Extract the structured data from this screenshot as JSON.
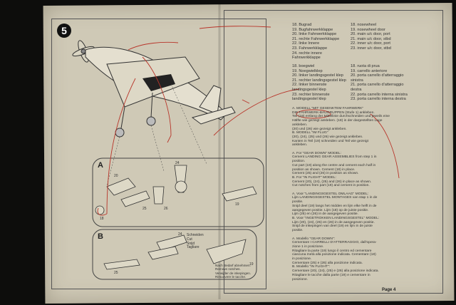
{
  "step_number": "5",
  "page_label": "Page 4",
  "panel_a_letter": "A",
  "panel_b_letter": "B",
  "parts_list_col1": [
    "18. Bugrad",
    "19. Bugfahrwerkklappe",
    "20. linke Fahrwerkklappe",
    "21. rechte Fahrwerkklappe",
    "22. linke Innere",
    "23. Fahrwerkklappe",
    "24. rechte innere",
    "    Fahrwerkklappe"
  ],
  "parts_list_col2": [
    "18. nosewheel",
    "19. nosewheel door",
    "20. main u/c door, port",
    "21. main u/c door, stbd",
    "22. inner u/c door, port",
    "23. inner u/c door, stbd"
  ],
  "parts_list_col3": [
    "18. boegwiel",
    "19. Noegwielklep",
    "20. linker landingsgestel klep",
    "21. rechter landingsgestel klep",
    "22. linker binnenste",
    "    landingsgestel klep",
    "23. rechter binnenste",
    "    landingsgestel klep"
  ],
  "parts_list_col4": [
    "18. ruota di prua",
    "19. carrello anteriore",
    "20. porta carrello d'atterraggio",
    "    sinistra",
    "21. porta carrello d'atterraggio",
    "    destra",
    "22. porta carrello interna sinistra",
    "23. porta carrello interna destra"
  ],
  "instructions": [
    "A. MODELL \"MIT GESENKTEM FAHRWERK\"",
    "   DIE FAHRWERK-BAUGRUPPEN (Stufe 1) ankleben.",
    "   Teil (19) entlang der Mittellinie durchschneiden und jeweils eine",
    "   Hälfte wie gezeigt ankleben. (18) in der dargestellten Lage",
    "   ankleben.",
    "   (20) und (26) wie gezeigt ankleben.",
    "B. MODELL \"IM FLUG\"",
    "   (20), (24), (25) und (26) wie gezeigt ankleben.",
    "   Kanten in Teil (19) schneiden und Teil wie gezeigt",
    "   ankleben.",
    "",
    "A. For \"GEAR DOWN\" MODEL:",
    "   Cement LANDING GEAR ASSEMBLIES from step 1 in",
    "   position.",
    "   Cut part (19) along the centre and cement each half in",
    "   position as shown. Cement (18) in place.",
    "   Cement (25) and (26) in position as shown.",
    "B. For \"IN FLIGHT\" MODEL:",
    "   Cement (20), (24), (25) and (26) in place as shown.",
    "   Cut notches from part (19) and cement in position.",
    "",
    "A. Voor \"LANDINGSGESTEL OMLAAG\" MODEL:",
    "   Lijm LANDINGSGESTEL MONTAGES van stap 1 in de",
    "   positie.",
    "   Snijd deel (19) langs het midden en lijm elke helft in de",
    "   aangegeven positie. Lijm (18) op de juiste positie.",
    "   Lijm (25) en (26) in de aangegeven positie.",
    "B. Voor \"INGETROKKEN LANDINGSGESTEL\" MODEL:",
    "   Lijm (20), (24), (25) en (26) in de aangegeven positie.",
    "   Snijd de inkepingen van deel (19) en lijm in de juiste",
    "   positie.",
    "",
    "A. Modello \"GEAR DOWN\":",
    "   Cementare I CARRELLI D'ATTERRAGGIO, dall'opera-",
    "   zione 1 in posizione.",
    "   Ritagliare la parte (19) lungo il centro ed cementare",
    "   ciascuna metà alla posizione indicata. Cementare (18)",
    "   in posizione.",
    "   Cementare (25) e (26) alla posizione indicata.",
    "B. Modello \"IN FLIGHT\":",
    "   Cementare (20), (24), (25) e (26) alla posizione indicata.",
    "   Ritagliare le tacche dalla parte (19) e cementare in",
    "   posizione."
  ],
  "panel_b_labels": [
    "Schneiden",
    "Cut",
    "Snijd",
    "Tagliare"
  ],
  "panel_b_remove": [
    "Nach Bedarf abnehmen.",
    "Remove notches.",
    "Verwijder de inkepingen.",
    "Rimuovere le tacche."
  ],
  "callouts_panel_a": [
    "24",
    "20",
    "25",
    "26",
    "18",
    "19"
  ],
  "callouts_panel_b": [
    "24",
    "25",
    "19"
  ],
  "colors": {
    "paper": "#cfc9b6",
    "background": "#0d0d0c",
    "ink": "#333333",
    "handwriting": "#b8352a"
  }
}
